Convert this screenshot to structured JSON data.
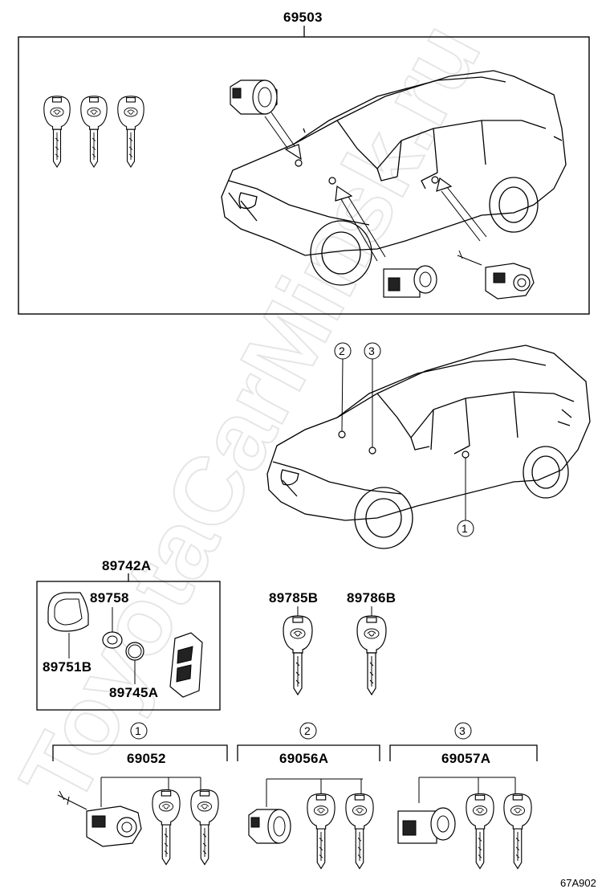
{
  "watermark": "ToyotaCarMinsk.ru",
  "drawing_code": "67A902",
  "labels": {
    "top_set": "69503",
    "smart_key": "89742A",
    "key_case": "89758",
    "key_cover": "89751B",
    "battery": "89745A",
    "key_a": "89785B",
    "key_b": "89786B",
    "set_1": "69052",
    "set_2": "69056A",
    "set_3": "69057A"
  },
  "callouts": {
    "c1": "1",
    "c2": "2",
    "c3": "3"
  }
}
